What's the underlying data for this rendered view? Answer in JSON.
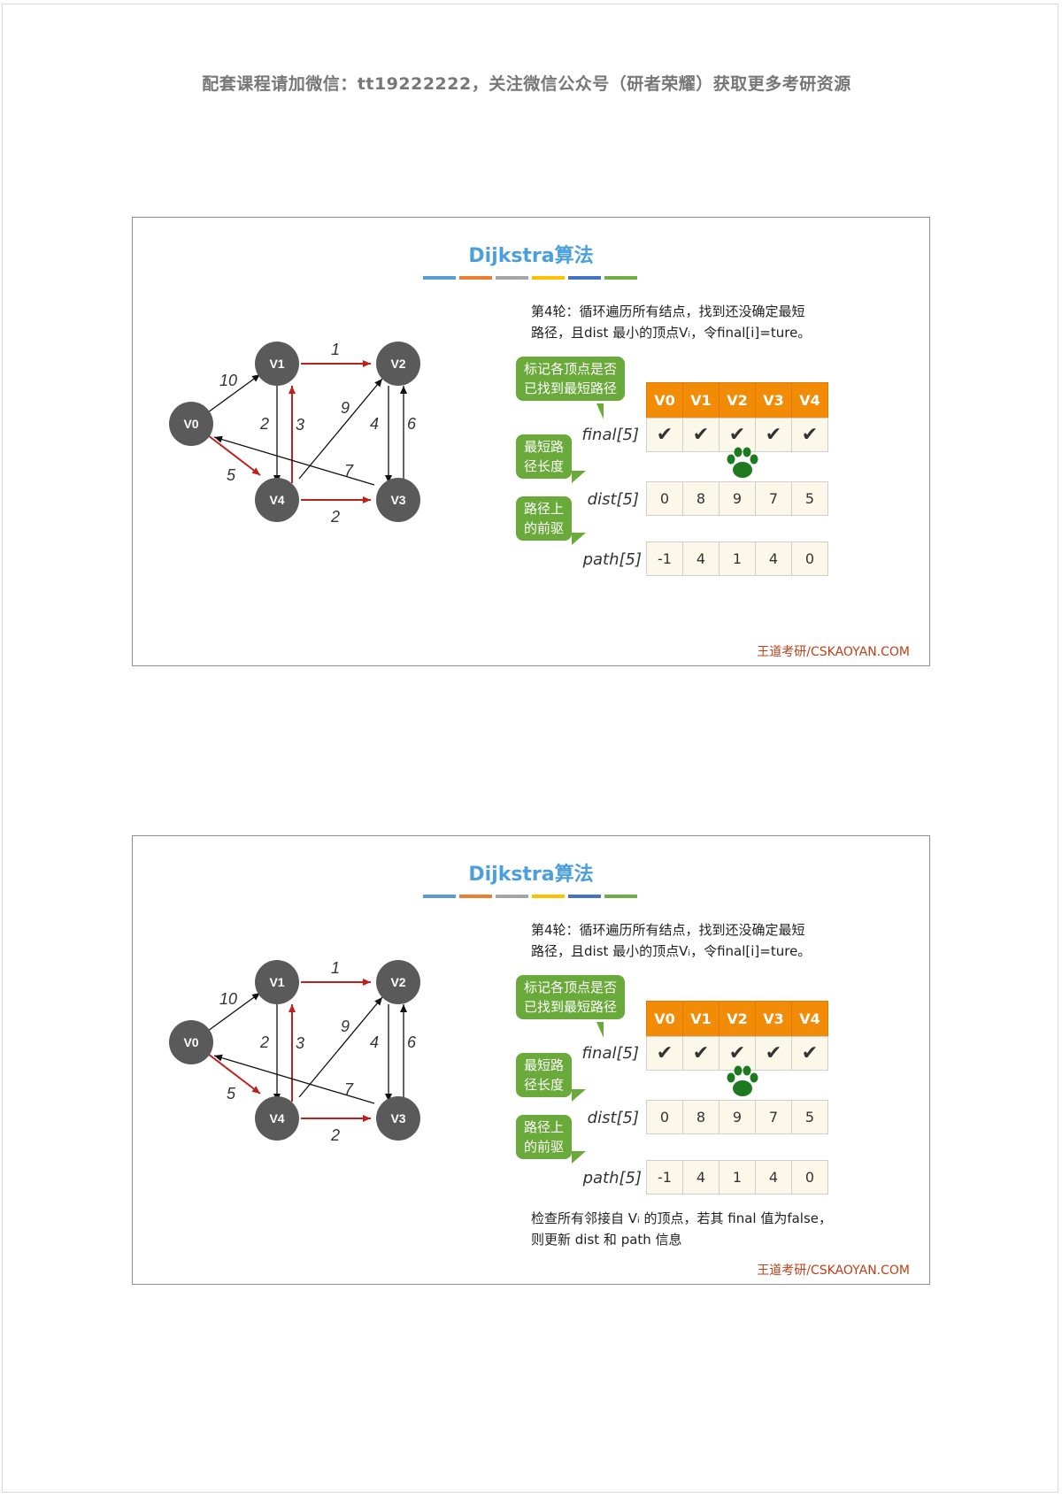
{
  "header": "配套课程请加微信：tt19222222，关注微信公众号（研者荣耀）获取更多考研资源",
  "colors": {
    "title": "#4a9fdc",
    "bars": [
      "#5b9bd5",
      "#ed7d31",
      "#a5a5a5",
      "#ffc000",
      "#4472c4",
      "#70ad47"
    ],
    "node": "#5a5a5a",
    "edge_black": "#111111",
    "edge_red": "#c0201a",
    "bubble": "#6aaa3a",
    "table_head": "#f28c06",
    "table_cell": "#fbf8ea",
    "paw": "#1e7a1e",
    "credit": "#c0401a"
  },
  "slides": [
    {
      "title": "Dijkstra算法",
      "description_line1": "第4轮：循环遍历所有结点，找到还没确定最短",
      "description_line2": "路径，且dist 最小的顶点Vᵢ，令final[i]=ture。",
      "graph": {
        "nodes": [
          "V0",
          "V1",
          "V2",
          "V3",
          "V4"
        ],
        "edges": [
          {
            "from": "V0",
            "to": "V1",
            "weight": "10",
            "highlight": false
          },
          {
            "from": "V0",
            "to": "V4",
            "weight": "5",
            "highlight": true
          },
          {
            "from": "V1",
            "to": "V2",
            "weight": "1",
            "highlight": true
          },
          {
            "from": "V1",
            "to": "V4",
            "weight": "2",
            "highlight": false
          },
          {
            "from": "V4",
            "to": "V1",
            "weight": "3",
            "highlight": true
          },
          {
            "from": "V4",
            "to": "V2",
            "weight": "9",
            "highlight": false
          },
          {
            "from": "V2",
            "to": "V3",
            "weight": "4",
            "highlight": false
          },
          {
            "from": "V3",
            "to": "V2",
            "weight": "6",
            "highlight": false
          },
          {
            "from": "V3",
            "to": "V0",
            "weight": "7",
            "highlight": false
          },
          {
            "from": "V4",
            "to": "V3",
            "weight": "2",
            "highlight": true
          }
        ]
      },
      "bubbles": {
        "final": [
          "标记各顶点是否",
          "已找到最短路径"
        ],
        "dist": [
          "最短路",
          "径长度"
        ],
        "path": [
          "路径上",
          "的前驱"
        ]
      },
      "table": {
        "headers": [
          "V0",
          "V1",
          "V2",
          "V3",
          "V4"
        ],
        "final_label": "final[5]",
        "final": [
          "✔",
          "✔",
          "✔",
          "✔",
          "✔"
        ],
        "dist_label": "dist[5]",
        "dist": [
          "0",
          "8",
          "9",
          "7",
          "5"
        ],
        "path_label": "path[5]",
        "path": [
          "-1",
          "4",
          "1",
          "4",
          "0"
        ]
      },
      "credit": "王道考研/CSKAOYAN.COM"
    },
    {
      "title": "Dijkstra算法",
      "description_line1": "第4轮：循环遍历所有结点，找到还没确定最短",
      "description_line2": "路径，且dist 最小的顶点Vᵢ，令final[i]=ture。",
      "bubbles": {
        "final": [
          "标记各顶点是否",
          "已找到最短路径"
        ],
        "dist": [
          "最短路",
          "径长度"
        ],
        "path": [
          "路径上",
          "的前驱"
        ]
      },
      "table": {
        "headers": [
          "V0",
          "V1",
          "V2",
          "V3",
          "V4"
        ],
        "final_label": "final[5]",
        "final": [
          "✔",
          "✔",
          "✔",
          "✔",
          "✔"
        ],
        "dist_label": "dist[5]",
        "dist": [
          "0",
          "8",
          "9",
          "7",
          "5"
        ],
        "path_label": "path[5]",
        "path": [
          "-1",
          "4",
          "1",
          "4",
          "0"
        ]
      },
      "extra_line1": "检查所有邻接自 Vᵢ 的顶点，若其 final 值为false，",
      "extra_line2": "则更新 dist 和 path 信息",
      "credit": "王道考研/CSKAOYAN.COM"
    }
  ]
}
